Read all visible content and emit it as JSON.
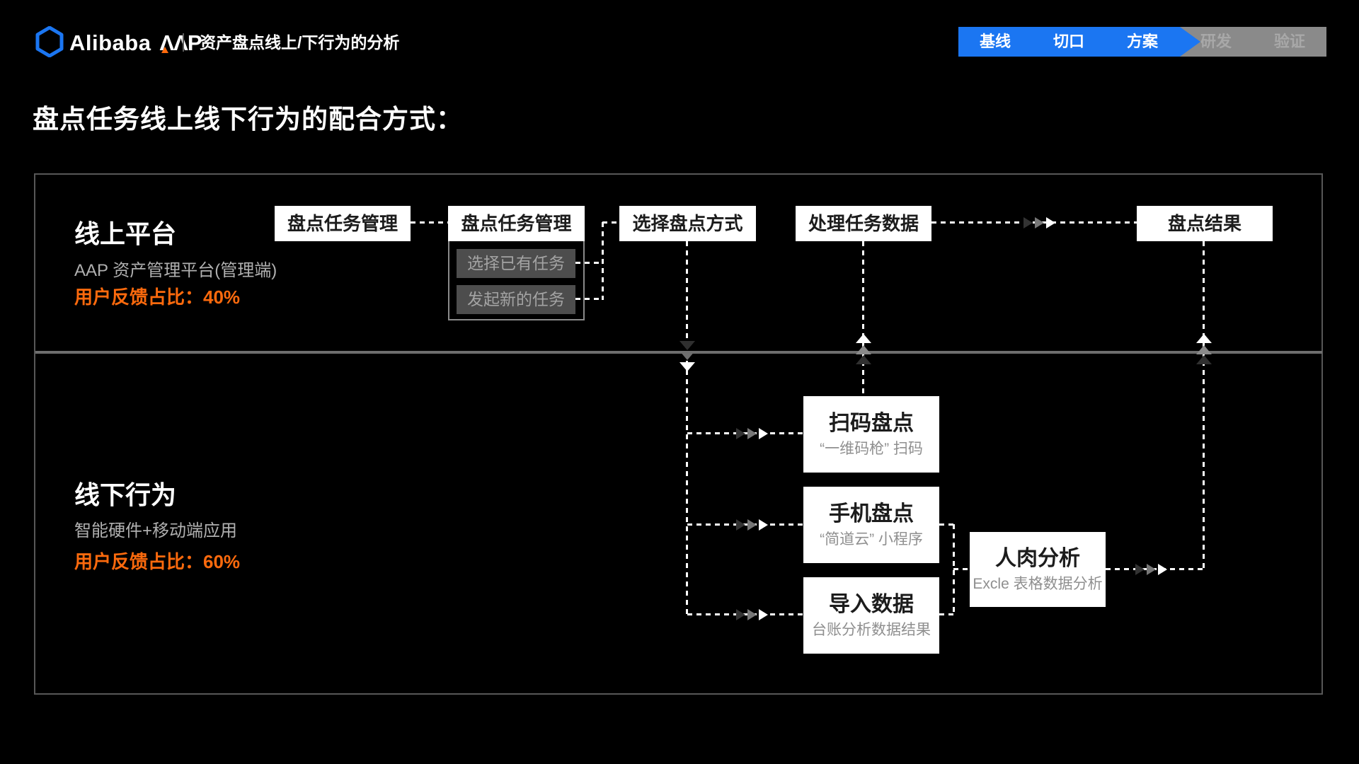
{
  "colors": {
    "accent-blue": "#1b76f2",
    "accent-orange": "#fd6a0d",
    "nav-gray": "#8a8a8a",
    "nav-gray-text": "#a8a8a8",
    "line-gray": "#6e6e6e",
    "border-gray": "#575757",
    "muted-text": "#b0b0b0",
    "box-subtext": "#8f8f8f",
    "button-gray": "#4d4d4d",
    "button-text": "#a3a3a3"
  },
  "header": {
    "logo_letter": "A",
    "brand": "Alibaba",
    "brand_suffix": "ΛΛP",
    "doc_title": "资产盘点线上/下行为的分析"
  },
  "stepper": {
    "items": [
      {
        "label": "基线",
        "state": "active"
      },
      {
        "label": "切口",
        "state": "active"
      },
      {
        "label": "方案",
        "state": "active"
      },
      {
        "label": "研发",
        "state": "inactive"
      },
      {
        "label": "验证",
        "state": "inactive"
      }
    ]
  },
  "page": {
    "title": "盘点任务线上线下行为的配合方式："
  },
  "sections": {
    "online": {
      "title": "线上平台",
      "subtitle": "AAP 资产管理平台(管理端)",
      "ratio_label": "用户反馈占比：",
      "ratio_value": "40%"
    },
    "offline": {
      "title": "线下行为",
      "subtitle": "智能硬件+移动端应用",
      "ratio_label": "用户反馈占比：",
      "ratio_value": "60%"
    }
  },
  "flow": {
    "task_mgmt_1": "盘点任务管理",
    "task_mgmt_2": "盘点任务管理",
    "task_options": [
      {
        "label": "选择已有任务"
      },
      {
        "label": "发起新的任务"
      }
    ],
    "select_method": "选择盘点方式",
    "process_data": "处理任务数据",
    "result": "盘点结果",
    "scan": {
      "title": "扫码盘点",
      "subtitle": "“一维码枪” 扫码"
    },
    "phone": {
      "title": "手机盘点",
      "subtitle": "“简道云” 小程序"
    },
    "import": {
      "title": "导入数据",
      "subtitle": "台账分析数据结果"
    },
    "manual": {
      "title": "人肉分析",
      "subtitle": "Excle 表格数据分析"
    }
  }
}
